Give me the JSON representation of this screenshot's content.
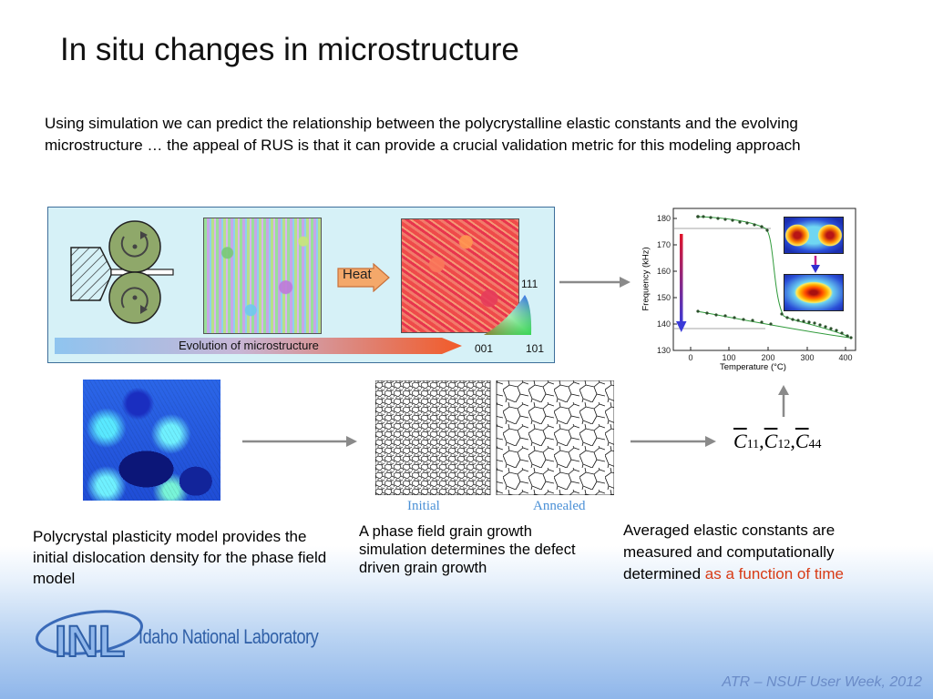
{
  "slide": {
    "title": "In situ changes in microstructure",
    "intro": "Using simulation we can predict the relationship between the polycrystalline elastic constants and the evolving microstructure … the appeal of RUS is that it can provide a crucial validation metric for this modeling approach"
  },
  "panel": {
    "heat_label": "Heat",
    "evolution_label": "Evolution of microstructure",
    "triangle_labels": {
      "top": "111",
      "left": "001",
      "right": "101"
    }
  },
  "graph": {
    "ylabel": "Frequency (kHz)",
    "xlabel": "Temperature (°C)",
    "y_ticks": [
      "180",
      "170",
      "160",
      "150",
      "140",
      "130"
    ],
    "x_ticks": [
      "0",
      "100",
      "200",
      "300",
      "400"
    ]
  },
  "grains": {
    "initial_label": "Initial",
    "annealed_label": "Annealed"
  },
  "equation": {
    "symbol": "C",
    "subscripts": [
      "11",
      "12",
      "44"
    ]
  },
  "descriptions": {
    "plasticity": "Polycrystal plasticity model provides the initial dislocation density for the phase field model",
    "phase_field": "A phase field grain growth simulation determines the defect driven grain growth",
    "elastic_main": "Averaged elastic constants are measured and computationally determined",
    "elastic_highlight": "as a function of time"
  },
  "logo": {
    "mark": "INL",
    "name": "Idaho National Laboratory"
  },
  "footer": "ATR – NSUF User Week, 2012",
  "colors": {
    "title_text": "#111111",
    "panel_bg": "#d6f1f7",
    "highlight": "#d83a14",
    "caption_blue": "#4a90d6",
    "footer_text": "#6a8bc7",
    "logo_blue": "#2f5fa7"
  }
}
